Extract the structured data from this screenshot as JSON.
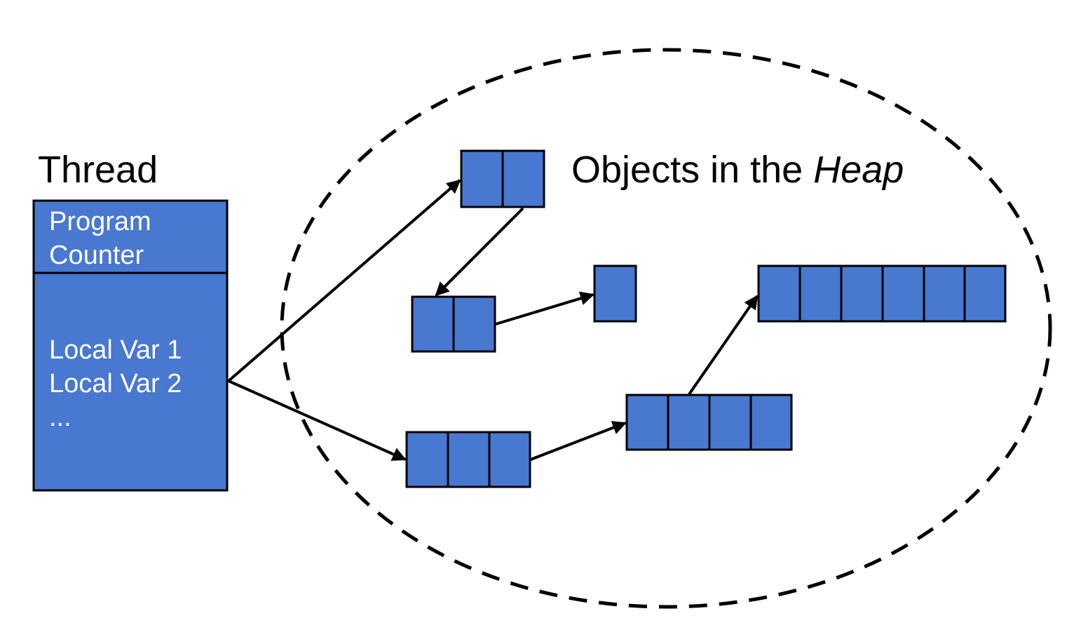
{
  "thread": {
    "title": "Thread",
    "program_counter": [
      "Program",
      "Counter"
    ],
    "locals": [
      "Local Var 1",
      "Local Var 2",
      "..."
    ]
  },
  "heap": {
    "title_prefix": "Objects in the ",
    "title_emphasis": "Heap"
  },
  "colors": {
    "block_fill": "#4878d0",
    "stroke": "#000000",
    "text_on_block": "#ffffff"
  },
  "objects": [
    {
      "id": "obj-a",
      "cells": 2
    },
    {
      "id": "obj-b",
      "cells": 2
    },
    {
      "id": "obj-c",
      "cells": 1
    },
    {
      "id": "obj-d",
      "cells": 3
    },
    {
      "id": "obj-e",
      "cells": 4
    },
    {
      "id": "obj-f",
      "cells": 6
    }
  ],
  "references": [
    {
      "from": "thread",
      "to": "obj-a"
    },
    {
      "from": "thread",
      "to": "obj-d"
    },
    {
      "from": "obj-a",
      "to": "obj-b"
    },
    {
      "from": "obj-b",
      "to": "obj-c"
    },
    {
      "from": "obj-d",
      "to": "obj-e"
    },
    {
      "from": "obj-e",
      "to": "obj-f"
    }
  ]
}
